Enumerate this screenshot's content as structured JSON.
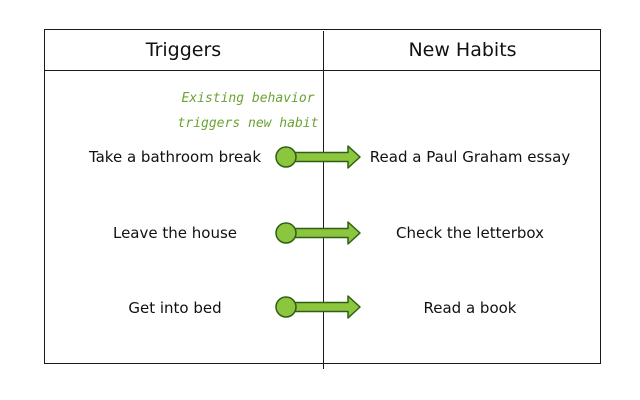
{
  "headers": {
    "triggers": "Triggers",
    "new_habits": "New Habits"
  },
  "annotation": {
    "line1": "Existing behavior",
    "line2": "triggers new habit"
  },
  "colors": {
    "accent_green": "#8cc63f",
    "accent_green_stroke": "#2f5e14",
    "annotation_text": "#6ba332"
  },
  "rows": [
    {
      "trigger": "Take a bathroom break",
      "habit": "Read a Paul Graham essay"
    },
    {
      "trigger": "Leave the house",
      "habit": "Check the letterbox"
    },
    {
      "trigger": "Get into bed",
      "habit": "Read a book"
    }
  ]
}
